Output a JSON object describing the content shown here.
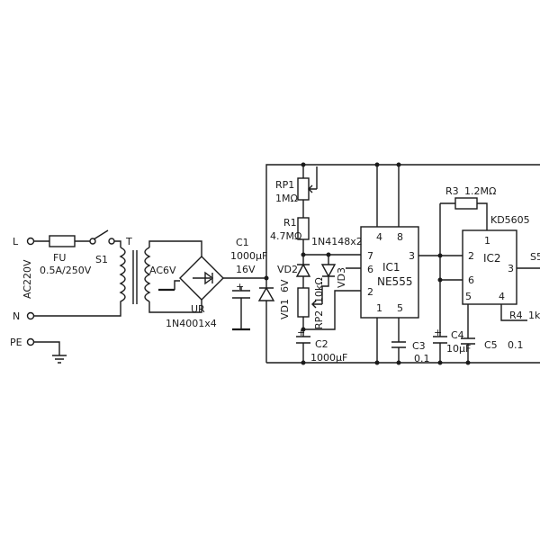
{
  "diagram": {
    "inputs": {
      "line": "L",
      "neutral": "N",
      "earth": "PE",
      "voltage": "AC220V"
    },
    "fuse": {
      "ref": "FU",
      "rating": "0.5A/250V"
    },
    "switch": {
      "ref": "S1"
    },
    "transformer": {
      "ref": "T",
      "secondary": "AC6V"
    },
    "bridge": {
      "ref": "UR",
      "part": "1N4001x4"
    },
    "c1": {
      "ref": "C1",
      "value": "1000μF",
      "voltage": "16V"
    },
    "vd1": {
      "ref": "VD1",
      "value": "6V"
    },
    "rp1": {
      "ref": "RP1",
      "value": "1MΩ"
    },
    "r1": {
      "ref": "R1",
      "value": "4.7MΩ"
    },
    "diodes": {
      "part": "1N4148x2",
      "vd2": "VD2",
      "vd3": "VD3"
    },
    "rp2": {
      "ref": "RP2",
      "value": "10kΩ"
    },
    "c2": {
      "ref": "C2",
      "value": "1000μF"
    },
    "ic1": {
      "ref": "IC1",
      "part": "NE555",
      "pins": [
        "4",
        "8",
        "7",
        "6",
        "2",
        "1",
        "5",
        "3"
      ]
    },
    "c3": {
      "ref": "C3",
      "value": "0.1"
    },
    "r3": {
      "ref": "R3",
      "value": "1.2MΩ"
    },
    "ic2": {
      "ref": "IC2",
      "part": "KD5605",
      "pins": [
        "1",
        "2",
        "6",
        "5",
        "4",
        "3"
      ]
    },
    "c4": {
      "ref": "C4",
      "value": "10μF"
    },
    "c5": {
      "ref": "C5",
      "value": "0.1"
    },
    "r4": {
      "ref": "R4",
      "value": "1k"
    },
    "s_partial": "S5"
  }
}
